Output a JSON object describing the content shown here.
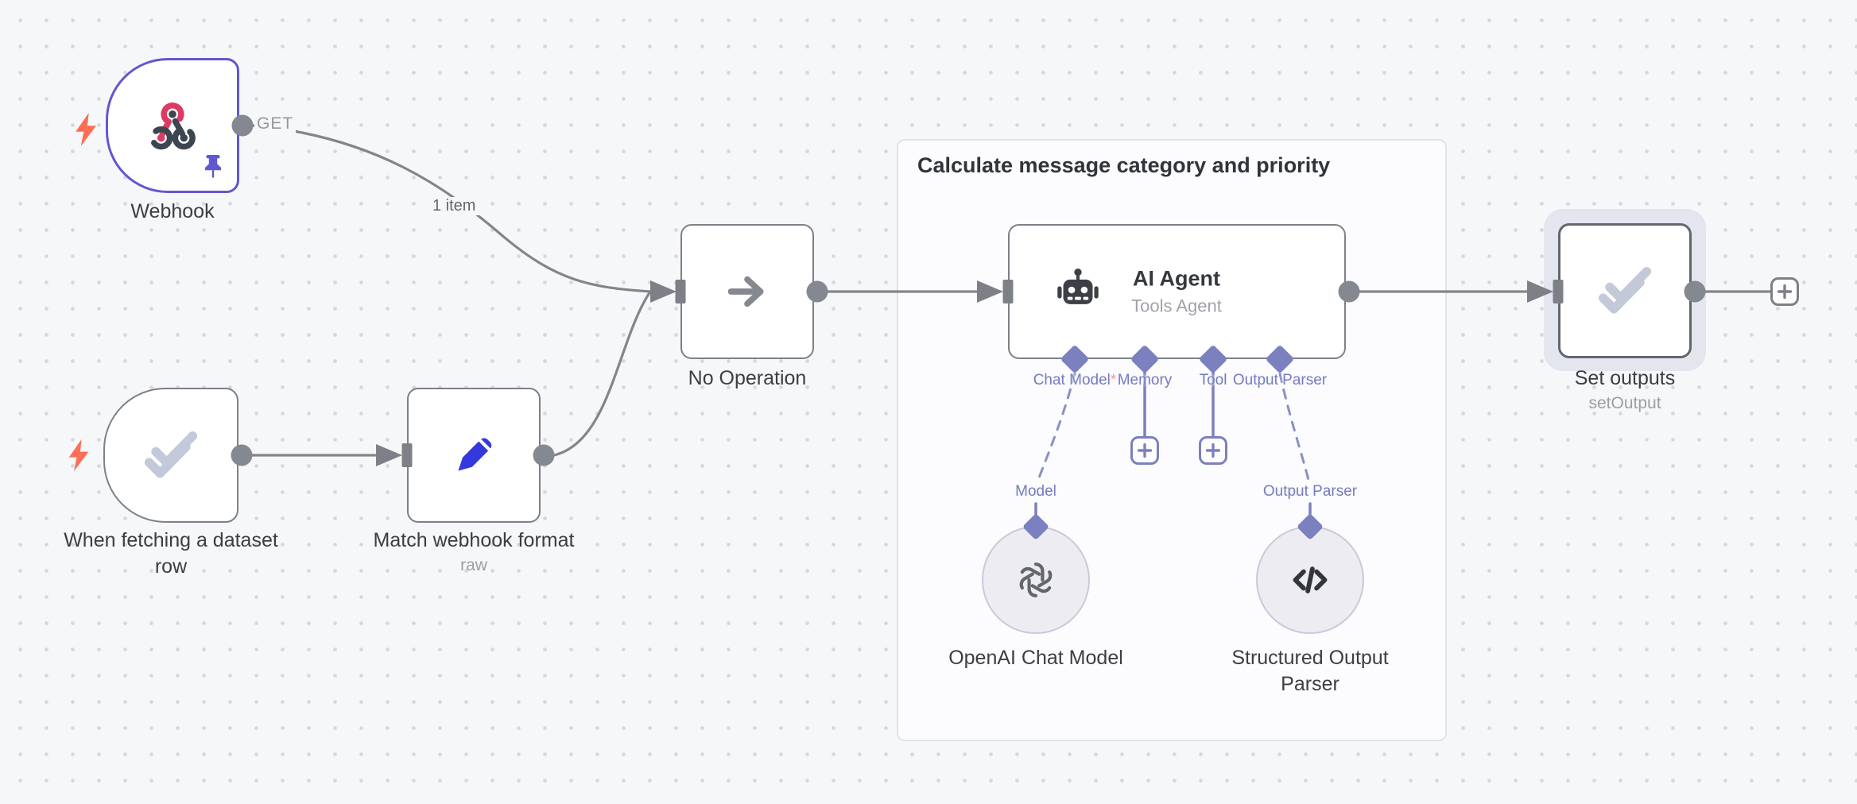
{
  "app": {
    "name": "n8n workflow canvas"
  },
  "colors": {
    "canvas_bg": "#f6f7f9",
    "dot": "#d7d8dd",
    "node_border": "#7d8086",
    "pinned_border": "#6257cf",
    "edge": "#82858c",
    "ai_port": "#7b80bf",
    "trigger_bolt": "#ff6d53",
    "pencil_blue": "#3439dd",
    "webhook_pink": "#dd3a66",
    "webhook_dark": "#3c4550",
    "check_icon": "#c3c9d9",
    "required": "#e4595c"
  },
  "group": {
    "title": "Calculate message category and priority"
  },
  "nodes": {
    "webhook": {
      "label": "Webhook",
      "output_label": "GET"
    },
    "when_fetching": {
      "label": "When fetching a dataset row"
    },
    "match_format": {
      "label": "Match webhook format",
      "subtitle": "raw"
    },
    "no_operation": {
      "label": "No Operation"
    },
    "ai_agent": {
      "title": "AI Agent",
      "subtitle": "Tools Agent",
      "connectors": {
        "chat_model": "Chat Model",
        "required_mark": "*",
        "memory": "Memory",
        "tool": "Tool",
        "output_parser": "Output Parser"
      }
    },
    "openai_model": {
      "port_label": "Model",
      "label": "OpenAI Chat Model"
    },
    "structured_parser": {
      "port_label": "Output Parser",
      "label": "Structured Output Parser"
    },
    "set_outputs": {
      "label": "Set outputs",
      "subtitle": "setOutput"
    }
  },
  "edges": {
    "webhook_item_count": "1 item"
  }
}
